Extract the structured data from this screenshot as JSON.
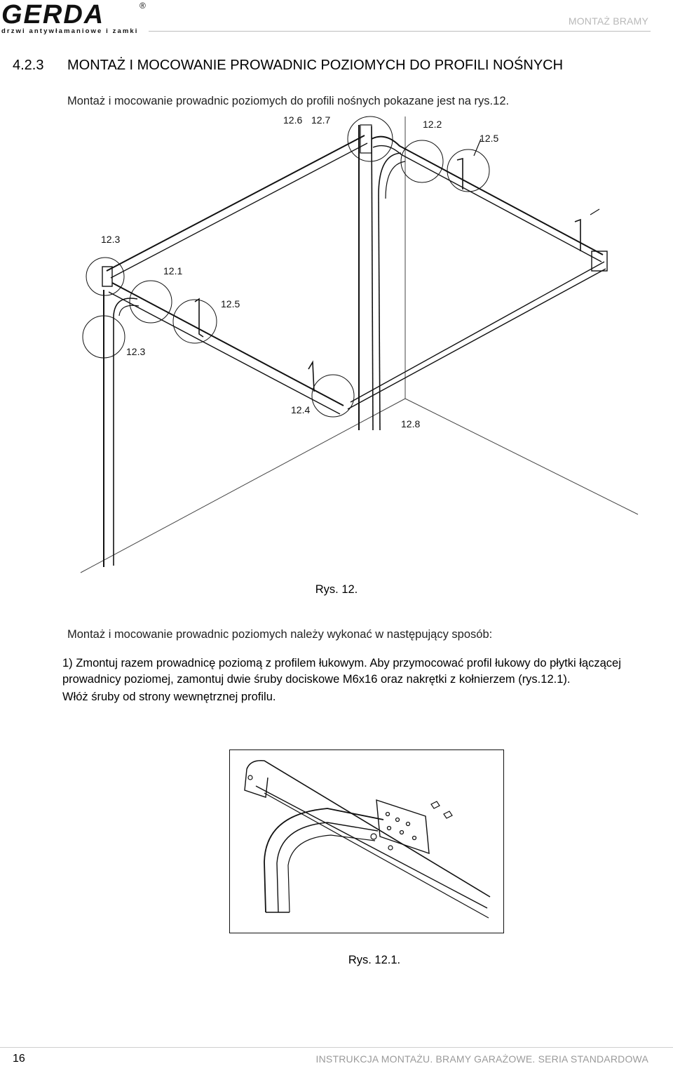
{
  "header": {
    "logo_text": "GERDA",
    "logo_mark": "®",
    "logo_tagline": "drzwi antywłamaniowe i zamki",
    "section_label": "MONTAŻ BRAMY"
  },
  "section": {
    "number": "4.2.3",
    "title": "MONTAŻ I MOCOWANIE PROWADNIC POZIOMYCH DO PROFILI NOŚNYCH"
  },
  "intro": "Montaż i mocowanie prowadnic poziomych do profili nośnych pokazane jest na rys.12.",
  "figure1": {
    "caption": "Rys. 12.",
    "callouts": {
      "c126": "12.6",
      "c127": "12.7",
      "c122": "12.2",
      "c125a": "12.5",
      "c123a": "12.3",
      "c121": "12.1",
      "c125b": "12.5",
      "c123b": "12.3",
      "c124": "12.4",
      "c128": "12.8"
    }
  },
  "instructions_intro": "Montaż i mocowanie prowadnic poziomych należy wykonać w następujący sposób:",
  "step1": {
    "text": "1) Zmontuj razem prowadnicę poziomą z profilem łukowym. Aby przymocować profil łukowy do płytki łączącej prowadnicy poziomej, zamontuj dwie śruby dociskowe M6x16 oraz nakrętki z kołnierzem (rys.12.1).",
    "note": "Włóż śruby od strony wewnętrznej profilu."
  },
  "figure2": {
    "caption": "Rys. 12.1."
  },
  "footer": {
    "page_number": "16",
    "text": "INSTRUKCJA MONTAŻU. BRAMY GARAŻOWE. SERIA STANDARDOWA"
  }
}
